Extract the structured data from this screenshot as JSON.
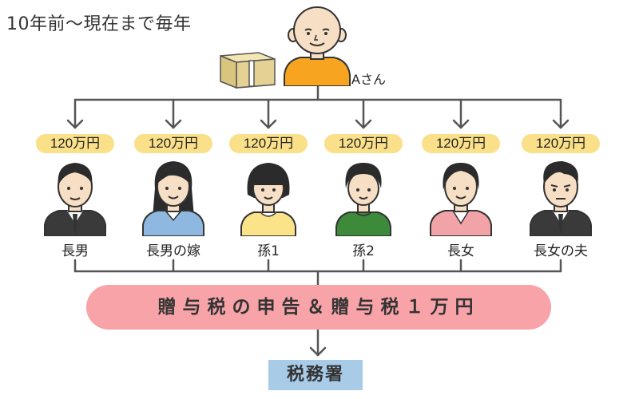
{
  "title": "10年前〜現在まで毎年",
  "giver": {
    "label": "Aさん"
  },
  "recipients": [
    {
      "label": "長男",
      "amount": "120万円"
    },
    {
      "label": "長男の嫁",
      "amount": "120万円"
    },
    {
      "label": "孫1",
      "amount": "120万円"
    },
    {
      "label": "孫2",
      "amount": "120万円"
    },
    {
      "label": "長女",
      "amount": "120万円"
    },
    {
      "label": "長女の夫",
      "amount": "120万円"
    }
  ],
  "banner": "贈与税の申告＆贈与税１万円",
  "office": "税務署",
  "colors": {
    "line": "#555555",
    "badge": "#fbe08a",
    "banner": "#f7a3a8",
    "office": "#a8cbe8",
    "giver_shirt": "#f7a520"
  }
}
